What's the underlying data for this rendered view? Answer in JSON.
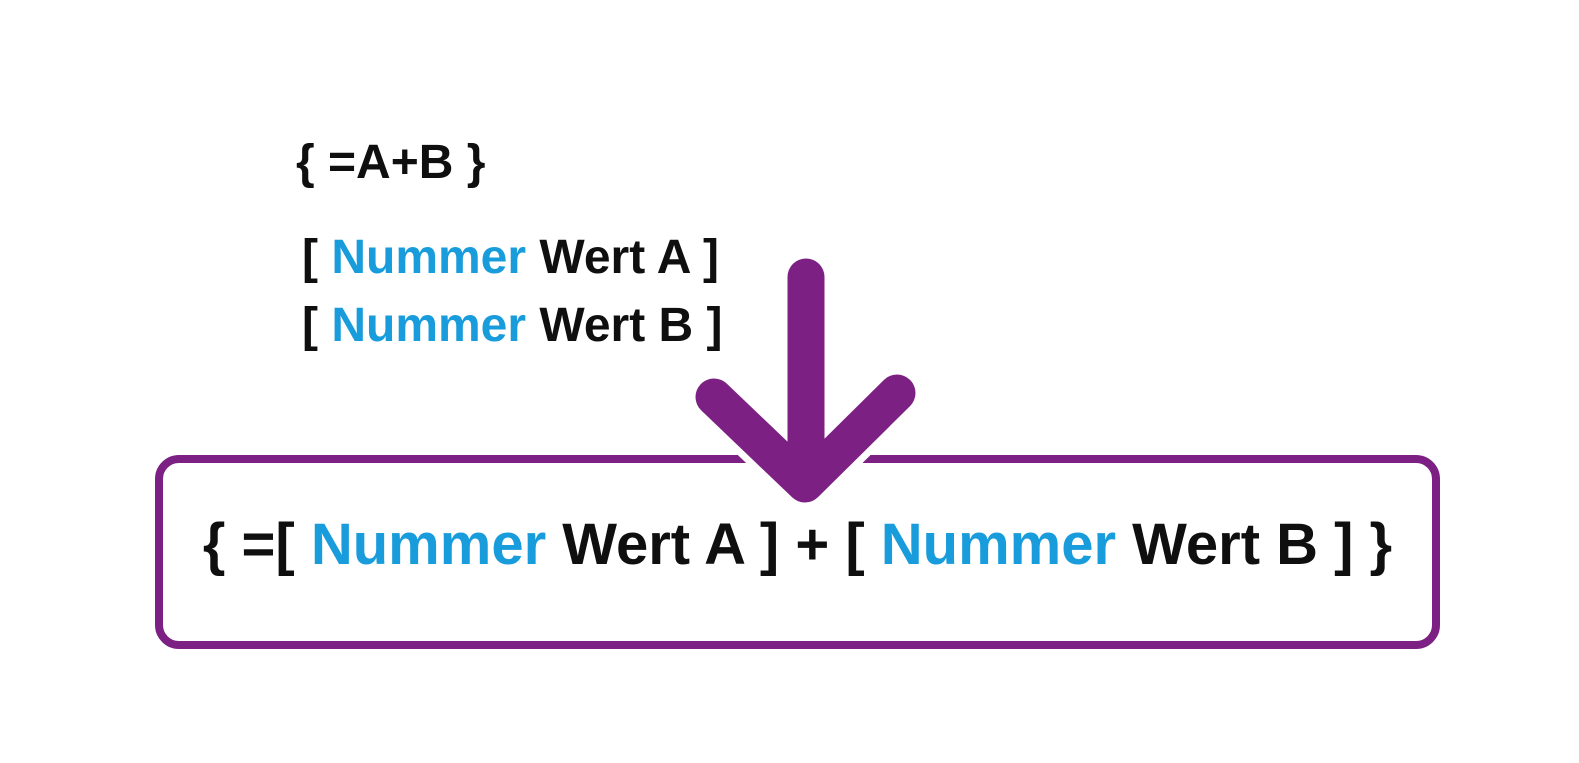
{
  "colors": {
    "accent_purple": "#7D2083",
    "accent_blue": "#189CDB",
    "text_black": "#0f0f0f",
    "background": "#ffffff",
    "arrow_halo": "#ffffff"
  },
  "top_block": {
    "formula_line": "{ =A+B }",
    "bookmark_a": {
      "open": "[ ",
      "name": "Nummer",
      "rest": " Wert A ]"
    },
    "bookmark_b": {
      "open": "[ ",
      "name": "Nummer",
      "rest": " Wert B ]"
    }
  },
  "arrow": {
    "direction": "down",
    "color": "#7D2083"
  },
  "result_box": {
    "part1": "{ =[ ",
    "name1": "Nummer",
    "part2": " Wert A ] + [ ",
    "name2": "Nummer",
    "part3": " Wert B ] }"
  }
}
